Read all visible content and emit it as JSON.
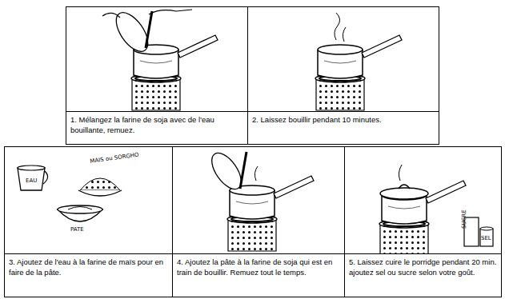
{
  "diagram": {
    "nodes": [
      {
        "text": [
          "1. Mélangez la farine de soja avec de l'eau bouillante, remuez."
        ]
      },
      {
        "text": [
          "2. Laissez bouillir pendant 10 minutes."
        ]
      },
      {
        "text": [
          "3. Ajoutez de l'eau à la farine de maïs pour en faire de la pâte."
        ]
      },
      {
        "text": [
          "4. Ajoutez la pâte à la farine de soja qui est en train de bouillir. Remuez tout le temps."
        ]
      },
      {
        "text": [
          "5. Laissez cuire le porridge pendant 20 min. ajoutez sel ou sucre selon votre goût."
        ]
      }
    ],
    "labels": [
      "EAU",
      "MAIS ou SORGHO",
      "PATE",
      "SUCRE",
      "SEL"
    ]
  }
}
